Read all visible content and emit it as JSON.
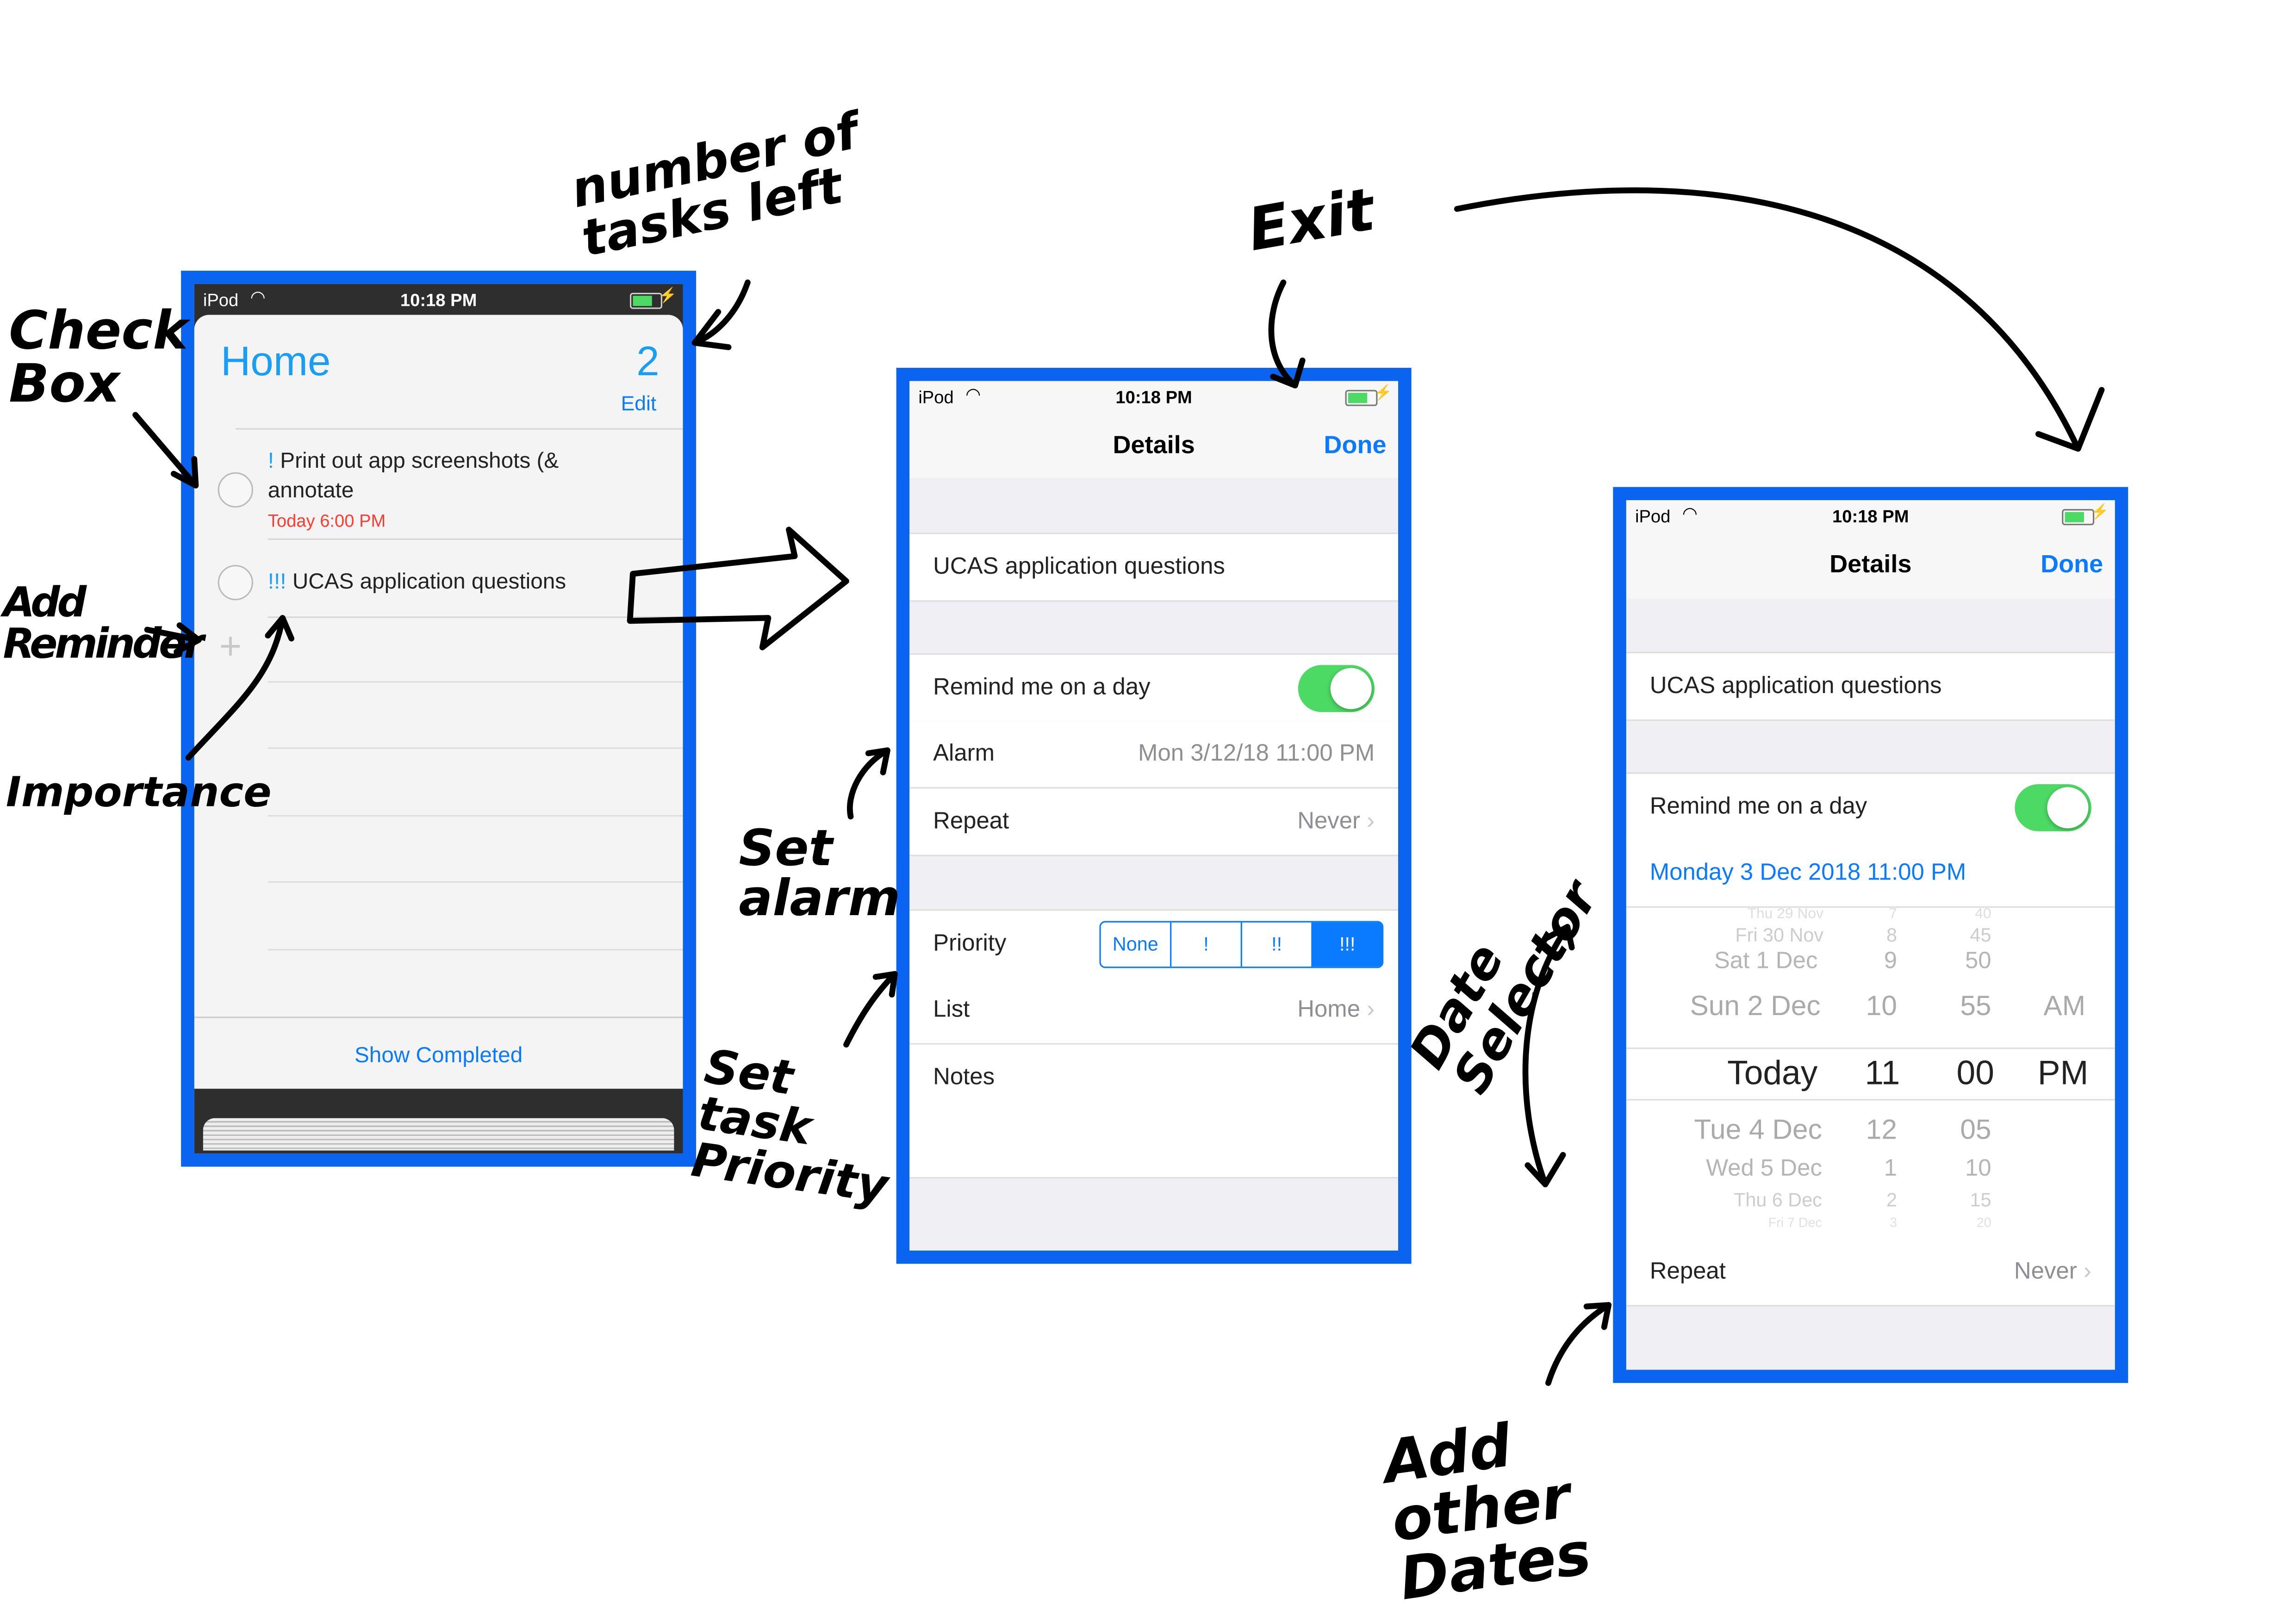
{
  "status_bar": {
    "carrier": "iPod",
    "time": "10:18 PM"
  },
  "home_screen": {
    "title": "Home",
    "count": "2",
    "edit": "Edit",
    "items": [
      {
        "priority": "!",
        "title_line1": "Print out app screenshots (&",
        "title_line2": "annotate",
        "due": "Today 6:00 PM"
      },
      {
        "priority": "!!!",
        "title": "UCAS application questions"
      }
    ],
    "add": "+",
    "show_completed": "Show Completed"
  },
  "details_screen": {
    "title": "Details",
    "done": "Done",
    "task_title": "UCAS application questions",
    "remind_label": "Remind me on a day",
    "remind_on": true,
    "alarm_label": "Alarm",
    "alarm_value": "Mon 3/12/18 11:00 PM",
    "repeat_label": "Repeat",
    "repeat_value": "Never",
    "priority_label": "Priority",
    "priority_options": [
      "None",
      "!",
      "!!",
      "!!!"
    ],
    "priority_selected": "!!!",
    "list_label": "List",
    "list_value": "Home",
    "notes_label": "Notes"
  },
  "date_screen": {
    "title": "Details",
    "done": "Done",
    "task_title": "UCAS application questions",
    "remind_label": "Remind me on a day",
    "remind_on": true,
    "date_value": "Monday 3 Dec 2018 11:00 PM",
    "picker": {
      "days": [
        "Thu 29 Nov",
        "Fri 30 Nov",
        "Sat 1 Dec",
        "Sun 2 Dec",
        "Today",
        "Tue 4 Dec",
        "Wed 5 Dec",
        "Thu 6 Dec",
        "Fri 7 Dec"
      ],
      "hours": [
        "7",
        "8",
        "9",
        "10",
        "11",
        "12",
        "1",
        "2",
        "3"
      ],
      "minutes": [
        "40",
        "45",
        "50",
        "55",
        "00",
        "05",
        "10",
        "15",
        "20"
      ],
      "ampm": [
        "AM",
        "PM"
      ]
    },
    "repeat_label": "Repeat",
    "repeat_value": "Never"
  },
  "annotations": {
    "tasks_left": "number of tasks left",
    "check_box": "Check Box",
    "add_reminder": "Add Reminder",
    "importance": "Importance",
    "exit": "Exit",
    "set_alarm": "Set alarm",
    "set_priority": "Set task Priority",
    "date_selector": "Date Selector",
    "add_dates": "Add other Dates"
  },
  "colors": {
    "frame": "#0a64f0",
    "accent": "#0a7aff",
    "due": "#ff3b30",
    "toggle": "#4cd964"
  }
}
